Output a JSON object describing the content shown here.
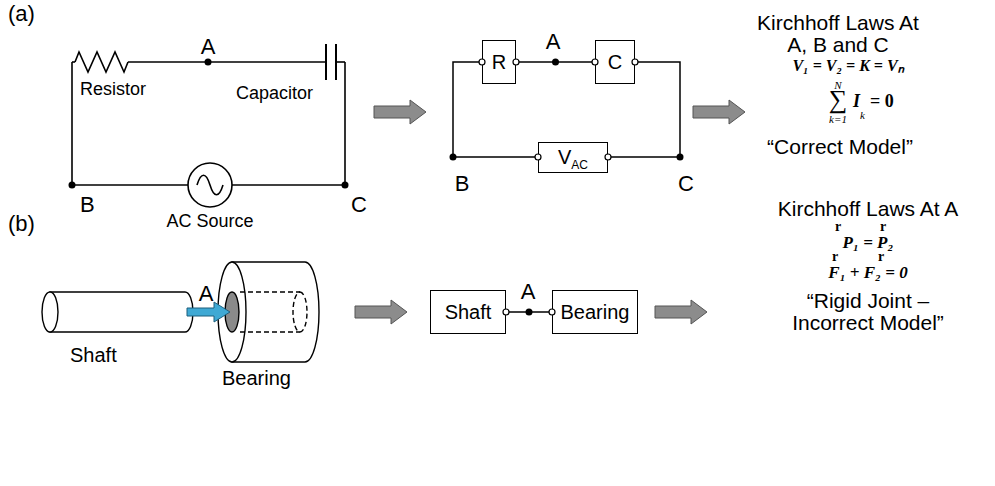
{
  "diagram": {
    "nodes": [
      {
        "text": [
          "R"
        ]
      },
      {
        "text": [
          "C"
        ]
      },
      {
        "text": [
          "V",
          "AC"
        ]
      },
      {
        "text": [
          "Shaft"
        ]
      },
      {
        "text": [
          "Bearing"
        ]
      }
    ],
    "edges": [
      {
        "from": 0,
        "to": 1,
        "arrow": "none"
      },
      {
        "from": 0,
        "to": 2,
        "arrow": "none"
      },
      {
        "from": 1,
        "to": 2,
        "arrow": "none"
      },
      {
        "from": 3,
        "to": 4,
        "arrow": "none"
      }
    ],
    "labels": [
      "(a)",
      "A",
      "Resistor",
      "Capacitor",
      "B",
      "AC Source",
      "C",
      "A",
      "B",
      "C",
      "Kirchhoff Laws At A, B and C",
      "V₁ = V₂ = K = Vₙ",
      "N",
      "∑",
      "k=1",
      "I",
      "k",
      "= 0",
      "“Correct Model”",
      "(b)",
      "A",
      "Shaft",
      "Bearing",
      "A",
      "Kirchhoff Laws At A",
      "r",
      "r",
      "P₁ = P₂",
      "r",
      "r",
      "F₁ + F₂ = 0",
      "“Rigid Joint – Incorrect Model”"
    ]
  }
}
